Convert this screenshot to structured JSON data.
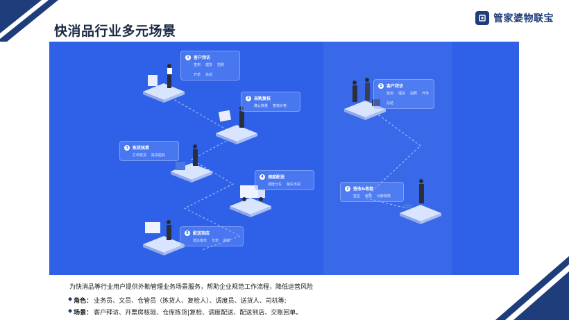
{
  "header": {
    "title": "快消品行业多元场景",
    "brand": "管家婆物联宝"
  },
  "diagram": {
    "left_cards": [
      {
        "num": "1",
        "title": "客户拜访",
        "items": [
          "签到",
          "理货",
          "拍照",
          "开单",
          "总结"
        ]
      },
      {
        "num": "2",
        "title": "采购复核",
        "items": [
          "确认数量",
          "复核价格"
        ]
      },
      {
        "num": "3",
        "title": "拣货核算",
        "items": [
          "打单核货",
          "拣货贴标"
        ]
      },
      {
        "num": "4",
        "title": "调度配送",
        "items": [
          "调度分车",
          "装车出货"
        ]
      },
      {
        "num": "5",
        "title": "配送到店",
        "items": [
          "送达签单",
          "交单",
          "收款"
        ]
      }
    ],
    "right_cards": [
      {
        "num": "1",
        "title": "客户拜访",
        "items": [
          "签到",
          "理货",
          "拍照",
          "开单",
          "总结"
        ]
      },
      {
        "num": "2",
        "title": "签收&收款",
        "items": [
          "签名",
          "收款",
          "对账核款"
        ]
      }
    ]
  },
  "footer": {
    "summary": "为快消品等行业用户提供外勤管理业务场景服务，帮助企业规范工作流程，降低运营风险",
    "roles_label": "角色：",
    "roles": "业务员、文员、仓管员（拣货人、复检人）、调度员、送货人、司机等;",
    "scenes_label": "场景：",
    "scenes": "客户拜访、开票房核验、仓库拣货|复检、调度配送、配送到店、交账回单。",
    "bullet_glyph": "◆"
  },
  "colors": {
    "panel": "#2f61e8",
    "brand": "#1f3d7a"
  }
}
